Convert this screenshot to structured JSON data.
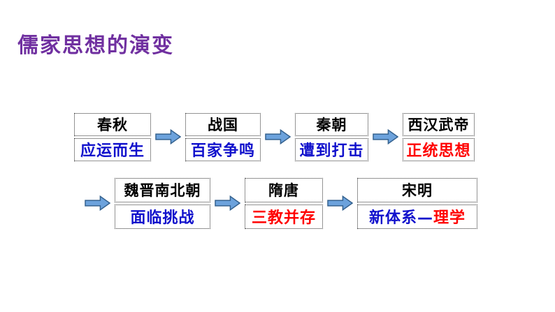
{
  "title": {
    "text": "儒家思想的演变"
  },
  "colors": {
    "title": "#7030A0",
    "blue": "#1010CC",
    "red": "#FF0000",
    "arrow-fill": "#6CA2DC",
    "arrow-stroke": "#34618E"
  },
  "icons": {
    "arrow": "right-block-arrow"
  },
  "flow": {
    "rows": [
      {
        "leading_arrow": false,
        "items": [
          {
            "period": "春秋",
            "status": "应运而生",
            "status_color": "blue"
          },
          {
            "period": "战国",
            "status": "百家争鸣",
            "status_color": "blue"
          },
          {
            "period": "秦朝",
            "status": "遭到打击",
            "status_color": "blue"
          },
          {
            "period": "西汉武帝",
            "status": "正统思想",
            "status_color": "red"
          }
        ]
      },
      {
        "leading_arrow": true,
        "items": [
          {
            "period": "魏晋南北朝",
            "status": "面临挑战",
            "status_color": "blue"
          },
          {
            "period": "隋唐",
            "status": "三教并存",
            "status_color": "red"
          },
          {
            "period": "宋明",
            "status_parts": [
              {
                "text": "新体系—",
                "color": "blue"
              },
              {
                "text": "理学",
                "color": "red"
              }
            ]
          }
        ]
      }
    ]
  }
}
